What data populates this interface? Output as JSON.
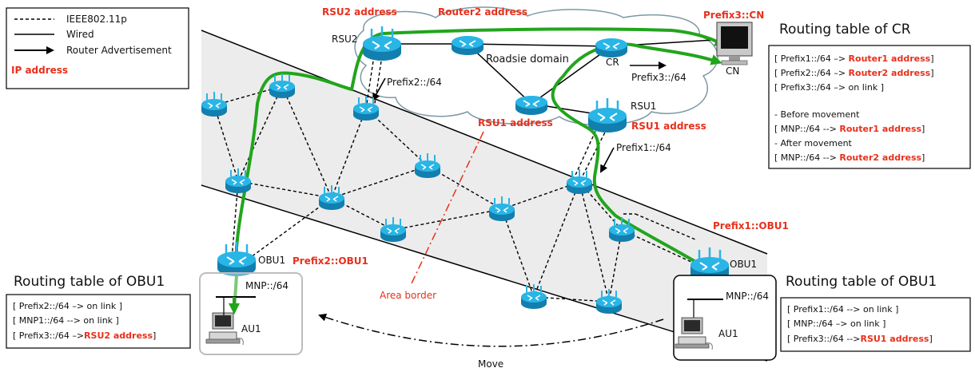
{
  "legend": {
    "ieee": "IEEE802.11p",
    "wired": "Wired",
    "ra": "Router Advertisement",
    "ip": "IP address"
  },
  "labels": {
    "rsu2_addr": "RSU2 address",
    "router2_addr": "Router2 address",
    "prefix3_cn": "Prefix3::CN",
    "rsu2": "RSU2",
    "roadside": "Roadsie domain",
    "cr": "CR",
    "cn": "CN",
    "prefix3": "Prefix3::/64",
    "prefix2": "Prefix2::/64",
    "rsu1": "RSU1",
    "rsu1_addr_a": "RSU1 address",
    "rsu1_addr_b": "RSU1 address",
    "prefix1": "Prefix1::/64",
    "prefix1_obu1": "Prefix1::OBU1",
    "obu1_left": "OBU1",
    "prefix2_obu1": "Prefix2::OBU1",
    "mnp_left": "MNP::/64",
    "au1_left": "AU1",
    "area_border": "Area border",
    "obu1_right": "OBU1",
    "mnp_right": "MNP::/64",
    "au1_right": "AU1",
    "move": "Move"
  },
  "cr_table": {
    "title": "Routing table of CR",
    "rows": [
      {
        "pre": "[ Prefix1::/64 –> ",
        "red": "Router1 address",
        "post": "]"
      },
      {
        "pre": "[ Prefix2::/64 –> ",
        "red": "Router2 address",
        "post": "]"
      },
      {
        "pre": "[ Prefix3::/64 –> on link ]",
        "red": "",
        "post": ""
      },
      {
        "pre": "- Before movement",
        "red": "",
        "post": ""
      },
      {
        "pre": "[ MNP::/64  --> ",
        "red": "Router1 address",
        "post": "]"
      },
      {
        "pre": "- After movement",
        "red": "",
        "post": ""
      },
      {
        "pre": "[ MNP::/64 -->  ",
        "red": "Router2 address",
        "post": "]"
      }
    ]
  },
  "obu1_left_table": {
    "title": "Routing table of OBU1",
    "rows": [
      {
        "pre": "[ Prefix2::/64 –> on link ]",
        "red": "",
        "post": ""
      },
      {
        "pre": "[ MNP1::/64 --> on link ]",
        "red": "",
        "post": ""
      },
      {
        "pre": "[ Prefix3::/64 –>",
        "red": "RSU2 address",
        "post": "]"
      }
    ]
  },
  "obu1_right_table": {
    "title": "Routing table of OBU1",
    "rows": [
      {
        "pre": "[ Prefix1::/64 --> on link ]",
        "red": "",
        "post": ""
      },
      {
        "pre": "[ MNP::/64 –> on link ]",
        "red": "",
        "post": ""
      },
      {
        "pre": "[ Prefix3::/64 -->",
        "red": "RSU1 address",
        "post": "]"
      }
    ]
  },
  "colors": {
    "accent_red": "#e8301c",
    "path_green": "#22a51c",
    "router_blue": "#1d9fd0"
  }
}
